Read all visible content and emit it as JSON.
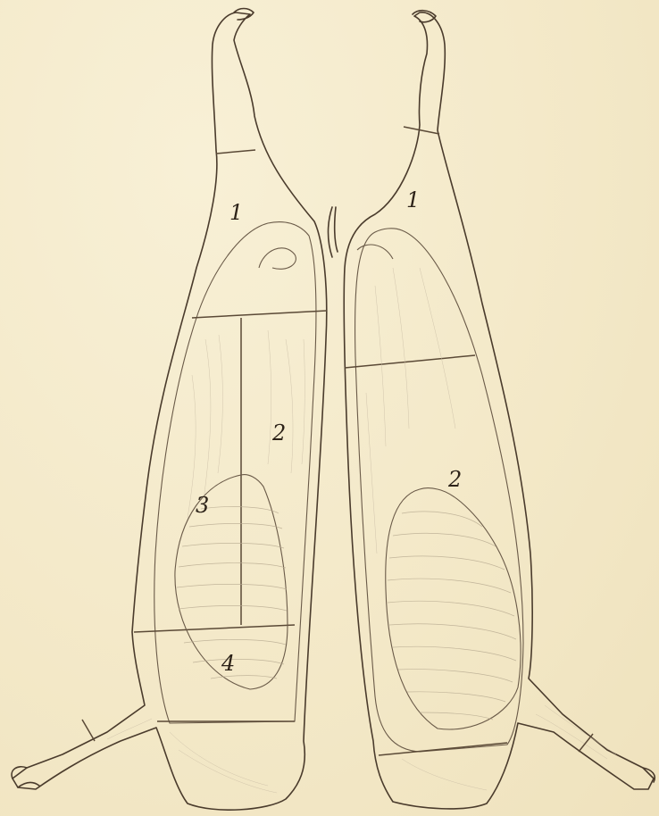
{
  "labels": {
    "left_1": "1",
    "left_2": "2",
    "left_3": "3",
    "left_4": "4",
    "right_1": "1",
    "right_2": "2"
  },
  "colors": {
    "paper": "#f6edd0",
    "ink": "#4a3b2c"
  }
}
